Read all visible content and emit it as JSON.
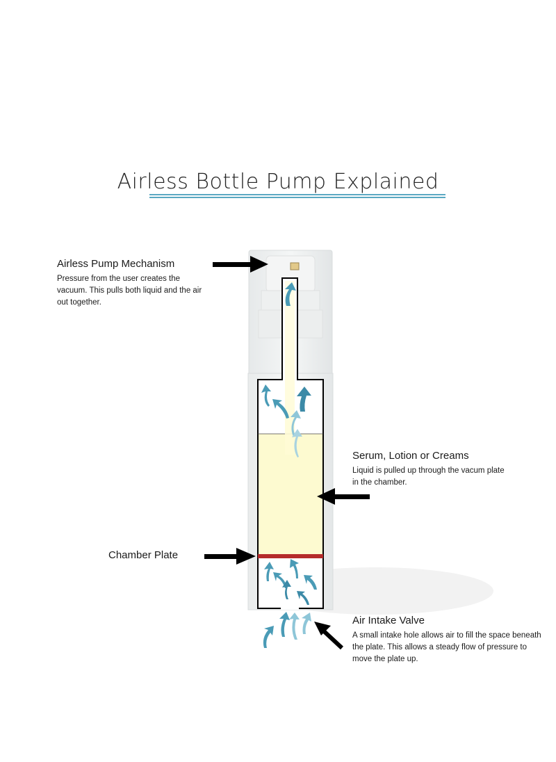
{
  "title": "Airless Bottle Pump Explained",
  "labels": {
    "pump_mechanism": {
      "heading": "Airless Pump Mechanism",
      "text": "Pressure from the user creates the vacuum. This pulls both liquid and the air out together."
    },
    "serum": {
      "heading": "Serum, Lotion or Creams",
      "text": "Liquid is pulled up through the vacum plate in the chamber."
    },
    "chamber_plate": {
      "heading": "Chamber Plate"
    },
    "air_intake": {
      "heading": "Air Intake Valve",
      "text": "A small intake hole allows air to fill the space beneath the plate. This allows a steady flow of pressure to move the plate up."
    }
  },
  "colors": {
    "liquid": "#fdfad0",
    "plate": "#b52b2b",
    "air_arrow": "#4a9bb6",
    "air_arrow_light": "#8ec6d8",
    "title_underline": "#5aa8c2",
    "pointer_arrow": "#000000"
  }
}
